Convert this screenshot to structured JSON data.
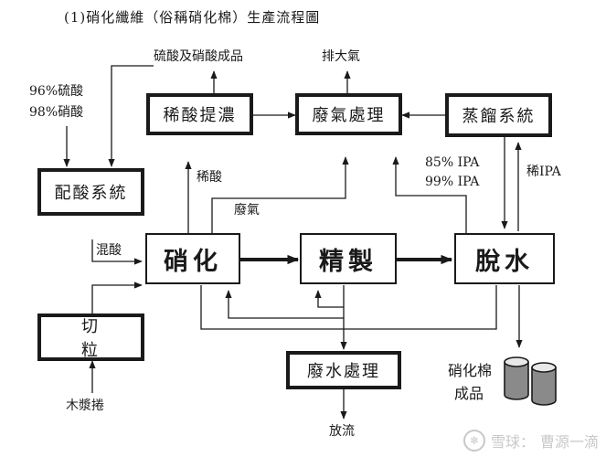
{
  "title": "(1)硝化纖維（俗稱硝化棉）生產流程圖",
  "boxes": {
    "dilute_acid": "稀酸提濃",
    "waste_gas": "廢氣處理",
    "distill": "蒸餾系統",
    "acid_mix": "配酸系統",
    "nitration": "硝化",
    "refining": "精製",
    "dehydration": "脫水",
    "cutting": "切粒",
    "waste_water": "廢水處理"
  },
  "labels": {
    "acid_products": "硫酸及硝酸成品",
    "exhaust": "排大氣",
    "sulfuric": "96%硫酸",
    "nitric": "98%硝酸",
    "dilute_acid_flow": "稀酸",
    "waste_gas_flow": "廢氣",
    "ipa_85": "85% IPA",
    "ipa_99": "99% IPA",
    "dilute_ipa": "稀IPA",
    "mixed_acid": "混酸",
    "pulp_roll": "木漿捲",
    "discharge": "放流",
    "nc_product_1": "硝化棉",
    "nc_product_2": "成品"
  },
  "watermark": {
    "brand": "雪球：",
    "author": "曹源一滴"
  }
}
